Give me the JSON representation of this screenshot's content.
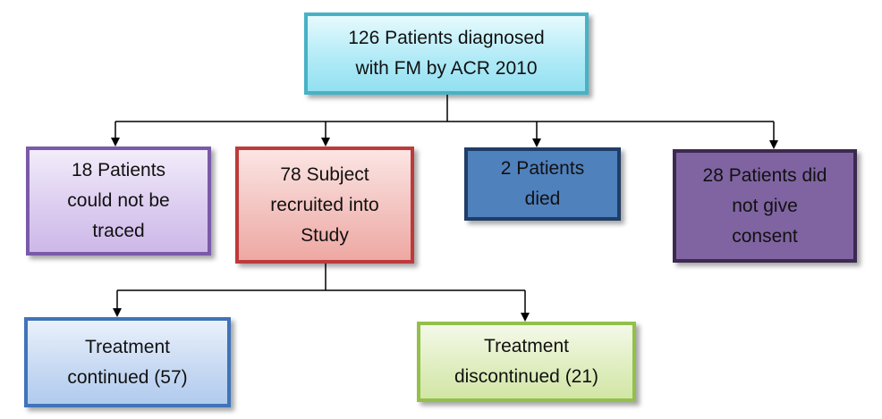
{
  "nodes": {
    "root": "126 Patients diagnosed\nwith FM by   ACR 2010",
    "traced": "18 Patients\ncould not be\ntraced",
    "recruited": "78 Subject\nrecruited into\nStudy",
    "died": "2 Patients\ndied",
    "consent": "28 Patients did\nnot give\nconsent",
    "continued": "Treatment\ncontinued (57)",
    "discontinued": "Treatment\ndiscontinued (21)"
  },
  "colors": {
    "connector": "#000000",
    "root_border": "#47b2c6",
    "traced_border": "#7a5aa8",
    "recruited_border": "#bd3a3a",
    "died_fill": "#4f81bd",
    "consent_fill": "#8064a2",
    "continued_border": "#3f74b8",
    "discontinued_border": "#92c049"
  }
}
